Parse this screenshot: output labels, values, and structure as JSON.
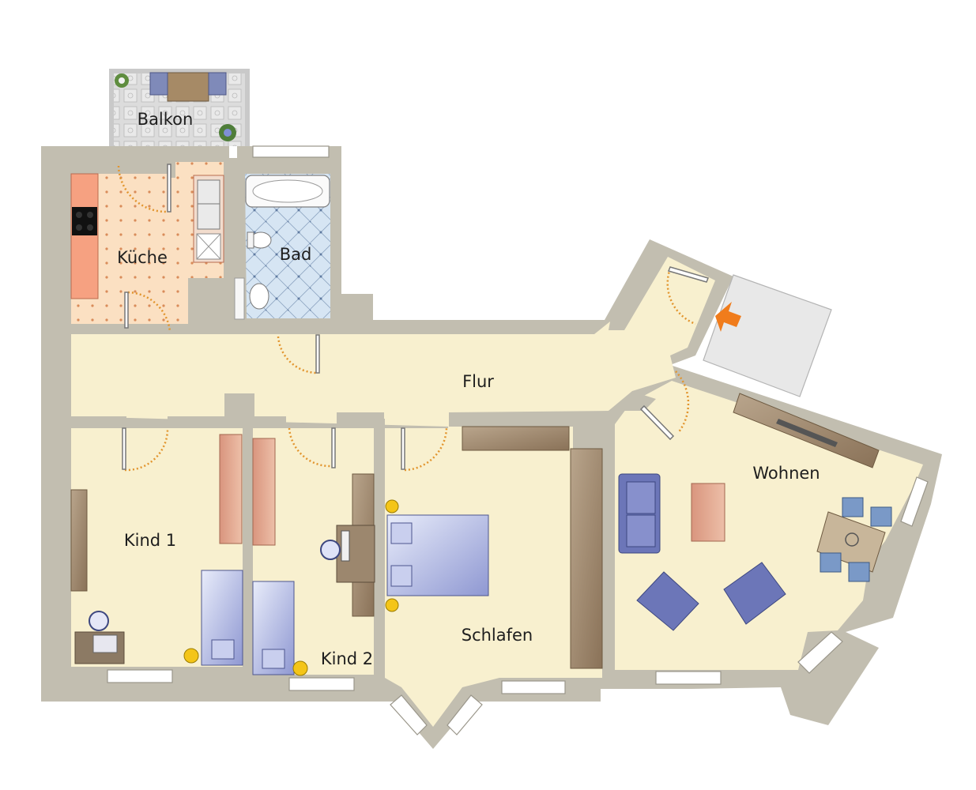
{
  "rooms": {
    "balkon": "Balkon",
    "kueche": "Küche",
    "bad": "Bad",
    "flur": "Flur",
    "wohnen": "Wohnen",
    "kind1": "Kind 1",
    "kind2": "Kind 2",
    "schlafen": "Schlafen"
  },
  "colors": {
    "floor": "#f8f0cf",
    "wall": "#c2beb0",
    "kitchen_floor": "#fbe0c2",
    "bath_tile": "#d6e5f3",
    "balcony_tile": "#dcdcdc",
    "door_swing": "#e2952e",
    "furniture_blue": "#6c76b8",
    "furniture_rose": "#e0a48e",
    "furniture_wood": "#a08a72",
    "entrance_arrow": "#f07c1c"
  },
  "icons": [
    "entrance-arrow-icon",
    "lamp-icon",
    "plant-icon",
    "tv-icon",
    "sink-icon",
    "toilet-icon",
    "bathtub-icon",
    "stove-icon"
  ]
}
